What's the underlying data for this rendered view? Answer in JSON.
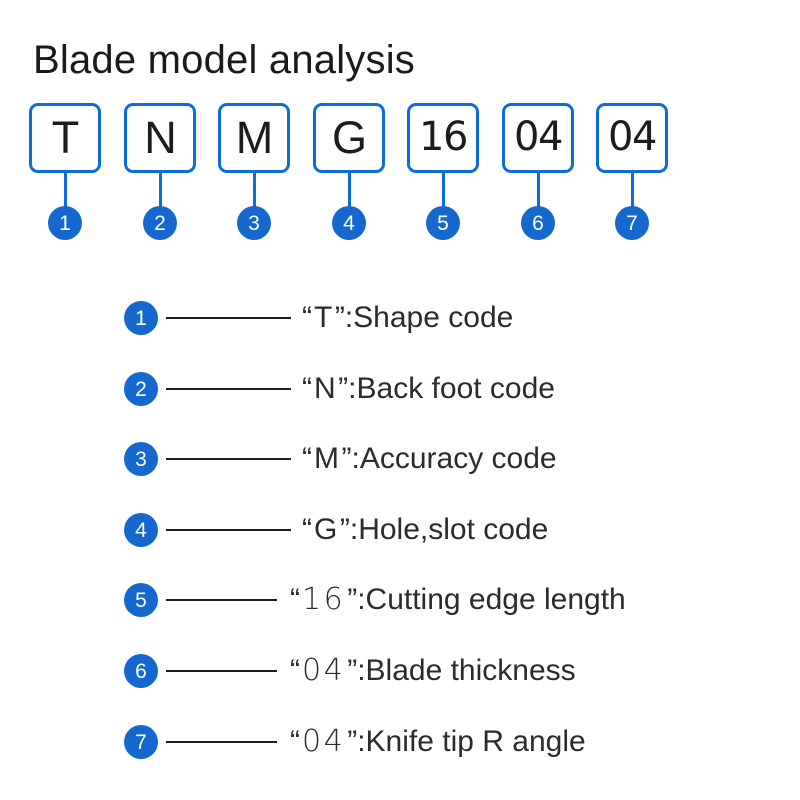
{
  "title": "Blade model analysis",
  "colors": {
    "box_border": "#0d6bda",
    "circle_fill": "#1468ce",
    "circle_text": "#ffffff",
    "text": "#1c1c1c",
    "line": "#1c1c1c",
    "background": "#ffffff"
  },
  "code_boxes": [
    {
      "marker": "1",
      "value": "T",
      "kind": "alpha"
    },
    {
      "marker": "2",
      "value": "N",
      "kind": "alpha"
    },
    {
      "marker": "3",
      "value": "M",
      "kind": "alpha"
    },
    {
      "marker": "4",
      "value": "G",
      "kind": "alpha"
    },
    {
      "marker": "5",
      "value": "16",
      "kind": "numeric"
    },
    {
      "marker": "6",
      "value": "04",
      "kind": "numeric"
    },
    {
      "marker": "7",
      "value": "04",
      "kind": "numeric"
    }
  ],
  "legend": [
    {
      "marker": "1",
      "open_quote": "“",
      "code": "T",
      "close_quote": "”",
      "separator": ":",
      "description": "Shape code",
      "kind": "alpha"
    },
    {
      "marker": "2",
      "open_quote": "“",
      "code": "N",
      "close_quote": "”",
      "separator": ":",
      "description": "Back foot code",
      "kind": "alpha"
    },
    {
      "marker": "3",
      "open_quote": "“",
      "code": "M",
      "close_quote": "”",
      "separator": ":",
      "description": "Accuracy code",
      "kind": "alpha"
    },
    {
      "marker": "4",
      "open_quote": "“",
      "code": "G",
      "close_quote": "”",
      "separator": ":",
      "description": "Hole,slot code",
      "kind": "alpha"
    },
    {
      "marker": "5",
      "open_quote": "“",
      "code": "16",
      "close_quote": "”",
      "separator": ":",
      "description": "Cutting edge length",
      "kind": "numeric"
    },
    {
      "marker": "6",
      "open_quote": "“",
      "code": "04",
      "close_quote": "”",
      "separator": ":",
      "description": "Blade thickness",
      "kind": "numeric"
    },
    {
      "marker": "7",
      "open_quote": "“",
      "code": "04",
      "close_quote": "”",
      "separator": ":",
      "description": "Knife tip R angle",
      "kind": "numeric"
    }
  ]
}
